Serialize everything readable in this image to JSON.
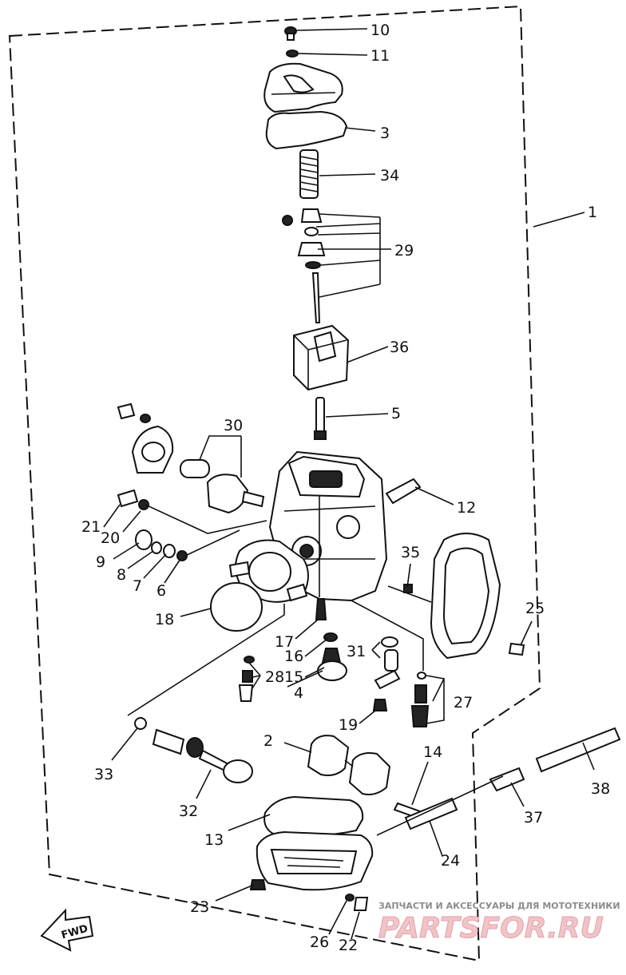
{
  "diagram": {
    "part_numbers": [
      "10",
      "11",
      "3",
      "34",
      "1",
      "29",
      "36",
      "5",
      "30",
      "12",
      "21",
      "20",
      "9",
      "8",
      "7",
      "6",
      "35",
      "25",
      "18",
      "17",
      "16",
      "31",
      "28",
      "15",
      "4",
      "27",
      "19",
      "33",
      "2",
      "14",
      "38",
      "32",
      "37",
      "13",
      "24",
      "23",
      "26",
      "22"
    ],
    "direction_tag": "FWD"
  },
  "watermark": {
    "caption": "ЗАПЧАСТИ И АКСЕССУАРЫ ДЛЯ МОТОТЕХНИКИ",
    "logo_part1": "PARTS",
    "logo_part2": "FOR.RU"
  }
}
